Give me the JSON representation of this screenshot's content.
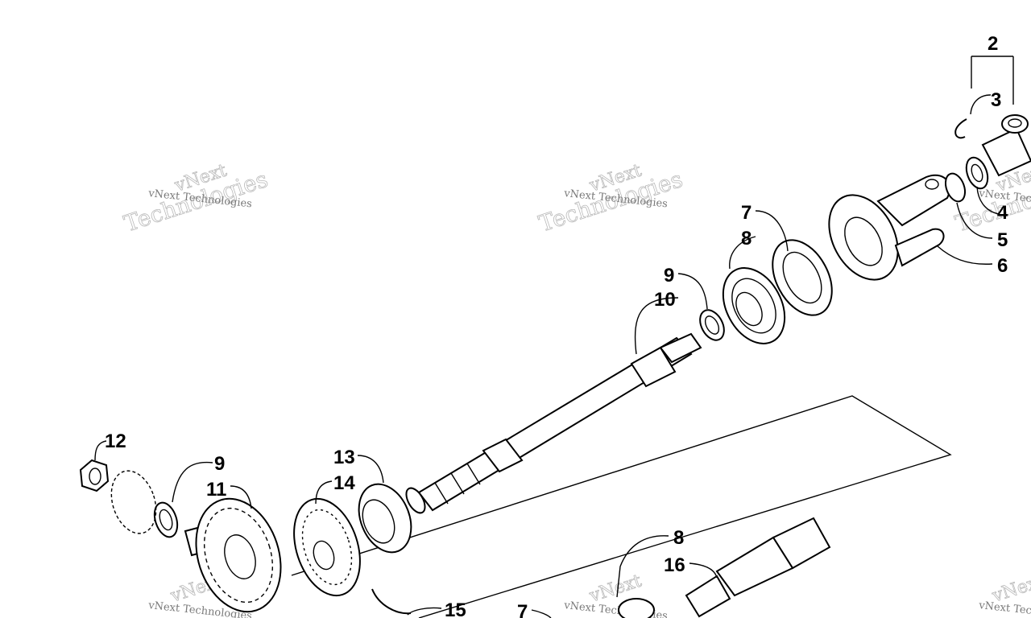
{
  "watermark": {
    "line1": "vNext",
    "line2": "Technologies",
    "caption": "vNext Technologies"
  },
  "callouts": {
    "c2": "2",
    "c3": "3",
    "c4": "4",
    "c5": "5",
    "c6": "6",
    "c7a": "7",
    "c8a": "8",
    "c9a": "9",
    "c10": "10",
    "c12": "12",
    "c9b": "9",
    "c11": "11",
    "c13": "13",
    "c14": "14",
    "c15": "15",
    "c8b": "8",
    "c16": "16",
    "c7b": "7"
  },
  "colors": {
    "line": "#000000",
    "watermark": "#b9b9b9",
    "background": "#ffffff"
  }
}
